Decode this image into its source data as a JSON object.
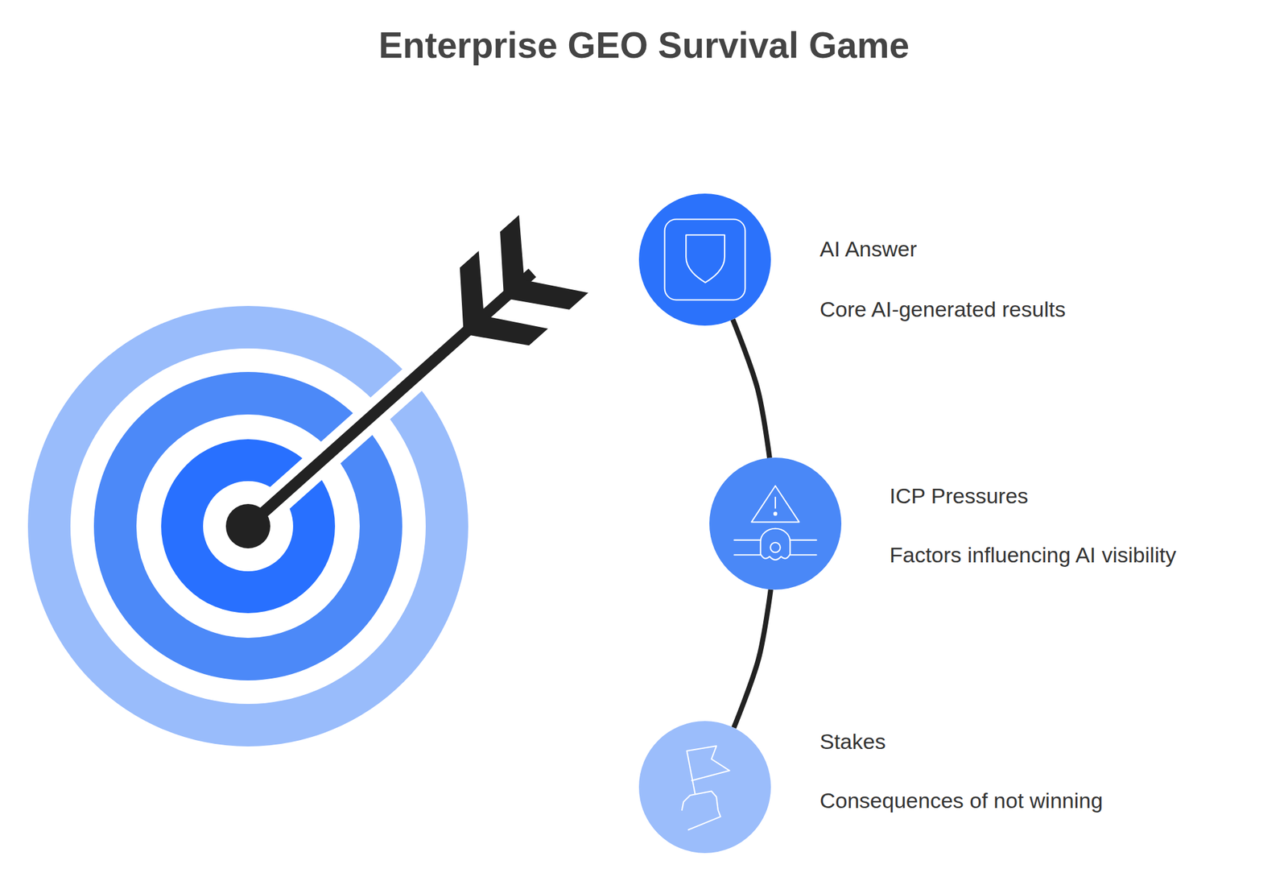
{
  "diagram": {
    "title": "Enterprise GEO Survival Game",
    "nodes": [
      {
        "text": [
          "AI Answer",
          "Core AI-generated results"
        ]
      },
      {
        "text": [
          "ICP Pressures",
          "Factors influencing AI visibility"
        ]
      },
      {
        "text": [
          "Stakes",
          "Consequences of not winning"
        ]
      }
    ],
    "edges": [
      {
        "from": 0,
        "to": 1,
        "arrow": "none"
      },
      {
        "from": 1,
        "to": 2,
        "arrow": "none"
      }
    ]
  }
}
